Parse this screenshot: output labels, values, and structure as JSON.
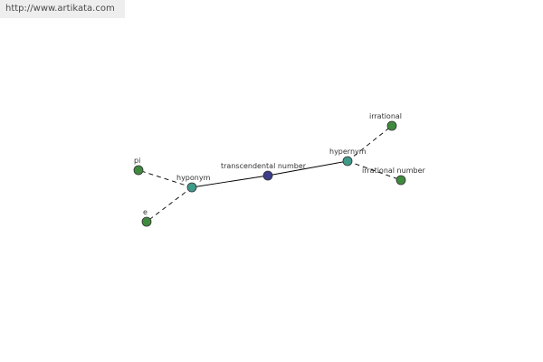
{
  "header": {
    "url": "http://www.artikata.com"
  },
  "graph": {
    "colors": {
      "center_node": "#3d3d8a",
      "relation_node": "#3f9a8a",
      "leaf_node": "#3f8a3f",
      "node_stroke": "#333333",
      "edge": "#000000"
    },
    "labels": {
      "center": "transcendental number",
      "hyponym": "hyponym",
      "hypernym": "hypernym",
      "pi": "pi",
      "e": "e",
      "irrational": "irrational",
      "irrational_number": "irrational number"
    },
    "edges": [
      {
        "from": "hyponym",
        "to": "center",
        "style": "solid"
      },
      {
        "from": "center",
        "to": "hypernym",
        "style": "solid"
      },
      {
        "from": "hyponym",
        "to": "pi",
        "style": "dashed"
      },
      {
        "from": "hyponym",
        "to": "e",
        "style": "dashed"
      },
      {
        "from": "hypernym",
        "to": "irrational",
        "style": "dashed"
      },
      {
        "from": "hypernym",
        "to": "irrational_number",
        "style": "dashed"
      }
    ]
  }
}
